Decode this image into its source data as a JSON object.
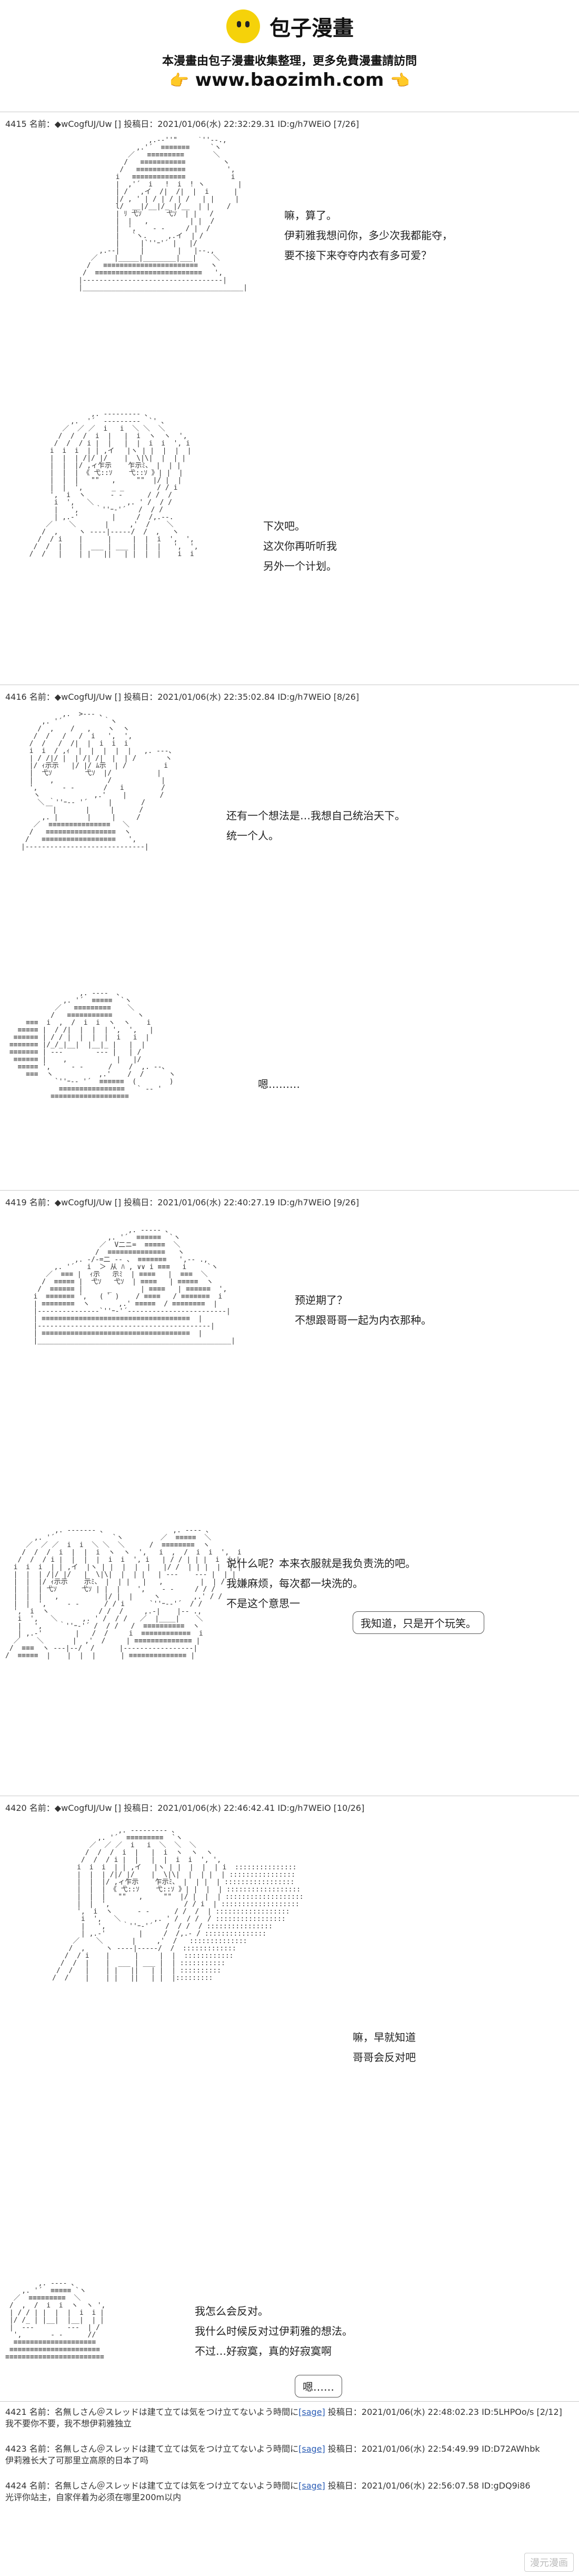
{
  "header": {
    "logo_text": "包子漫畫",
    "notice": "本漫畫由包子漫畫收集整理，更多免費漫畫請訪問",
    "url": "www.baozimh.com",
    "hand_left": "👉",
    "hand_right": "👈"
  },
  "posts": [
    {
      "head": "4415 名前：◆wCogfUJ/Uw [] 投稿日：2021/01/06(水) 22:32:29.31 ID:g/h7WEiO [7/26]",
      "lines_a": [
        "嘛，算了。",
        "伊莉雅我想问你，多少次我都能夺，",
        "要不接下来夺夺内衣有多可爱？"
      ],
      "lines_b": [
        "下次吧。",
        "这次你再听听我",
        "另外一个计划。"
      ]
    },
    {
      "head": "4416 名前：◆wCogfUJ/Uw [] 投稿日：2021/01/06(水) 22:35:02.84 ID:g/h7WEiO [8/26]",
      "lines_a": [
        "还有一个想法是…我想自己统治天下。",
        "统一个人。"
      ],
      "lines_b": [
        "嗯………"
      ]
    },
    {
      "head": "4419 名前：◆wCogfUJ/Uw [] 投稿日：2021/01/06(水) 22:40:27.19 ID:g/h7WEiO [9/26]",
      "lines_a": [
        "预逆期了？",
        "不想跟哥哥一起为内衣那种。"
      ],
      "lines_b": [
        "说什么呢？本来衣服就是我负责洗的吧。",
        "我嫌麻烦，每次都一块洗的。",
        "不是这个意思一"
      ],
      "bubble": "我知道，只是开个玩笑。"
    },
    {
      "head": "4420 名前：◆wCogfUJ/Uw [] 投稿日：2021/01/06(水) 22:46:42.41 ID:g/h7WEiO [10/26]",
      "lines_a": [
        "嘛，早就知道",
        "哥哥会反对吧"
      ],
      "lines_b": [
        "我怎么会反对。",
        "我什么时候反对过伊莉雅的想法。",
        "不过…好寂寞，真的好寂寞啊"
      ],
      "bubble": "嗯……"
    }
  ],
  "replies": [
    {
      "head_pre": "4421 名前：名無しさん＠スレッドは建て立ては気をつけ立てないよう時間に",
      "link": "[sage]",
      "head_post": " 投稿日：2021/01/06(水) 22:48:02.23 ID:5LHPOo/s [2/12]",
      "body": "我不要你不要，我不想伊莉雅独立"
    },
    {
      "head_pre": "4423 名前：名無しさん＠スレッドは建て立ては気をつけ立てないよう時間に",
      "link": "[sage]",
      "head_post": " 投稿日：2021/01/06(水) 22:54:49.99 ID:D72AWhbk",
      "body": "伊莉雅长大了可那里立高原的日本了吗"
    },
    {
      "head_pre": "4424 名前：名無しさん＠スレッドは建て立ては気をつけ立てないよう時間に",
      "link": "[sage]",
      "head_post": " 投稿日：2021/01/06(水) 22:56:07.58 ID:gDQ9i86",
      "body": "光评你站主，自家伴着为必须在哪里200m以内"
    }
  ],
  "watermark": "漫元漫画"
}
